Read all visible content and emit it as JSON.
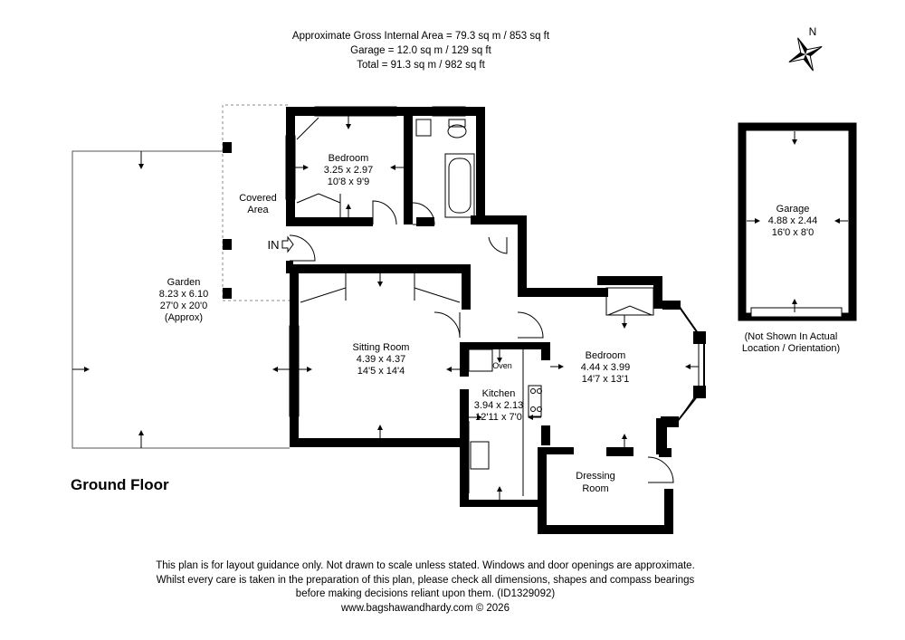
{
  "header": {
    "line1": "Approximate Gross Internal Area = 79.3 sq m / 853 sq ft",
    "line2": "Garage = 12.0 sq m / 129 sq ft",
    "line3": "Total = 91.3 sq m / 982 sq ft"
  },
  "compass": {
    "label": "N",
    "icon": "compass-icon"
  },
  "rooms": {
    "bedroom1": {
      "name": "Bedroom",
      "metric": "3.25 x 2.97",
      "imperial": "10'8 x 9'9"
    },
    "covered": {
      "line1": "Covered",
      "line2": "Area"
    },
    "garden": {
      "name": "Garden",
      "metric": "8.23 x 6.10",
      "imperial": "27'0 x 20'0",
      "note": "(Approx)"
    },
    "sitting": {
      "name": "Sitting Room",
      "metric": "4.39 x 4.37",
      "imperial": "14'5 x 14'4"
    },
    "kitchen": {
      "name": "Kitchen",
      "metric": "3.94 x 2.13",
      "imperial": "12'11 x 7'0",
      "oven": "Oven"
    },
    "bedroom2": {
      "name": "Bedroom",
      "metric": "4.44 x 3.99",
      "imperial": "14'7 x 13'1"
    },
    "dressing": {
      "line1": "Dressing",
      "line2": "Room"
    },
    "garage": {
      "name": "Garage",
      "metric": "4.88 x 2.44",
      "imperial": "16'0 x 8'0",
      "note1": "(Not Shown In Actual",
      "note2": "Location / Orientation)"
    }
  },
  "entrance": {
    "label": "IN"
  },
  "floor_title": "Ground Floor",
  "footer": {
    "line1": "This plan is for layout guidance only. Not drawn to scale unless stated. Windows and door openings are approximate.",
    "line2": "Whilst every care is taken in the preparation of this plan, please check all dimensions, shapes and compass bearings",
    "line3": "before making decisions reliant upon them. (ID1329092)",
    "line4": "www.bagshawandhardy.com © 2026"
  }
}
